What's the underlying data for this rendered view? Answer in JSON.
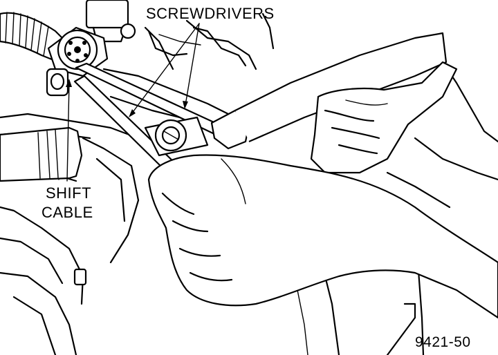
{
  "labels": {
    "screwdrivers": "SCREWDRIVERS",
    "shift_cable_line1": "SHIFT",
    "shift_cable_line2": "CABLE"
  },
  "figure_number": "9421-50",
  "colors": {
    "ink": "#000000",
    "background": "#ffffff"
  }
}
